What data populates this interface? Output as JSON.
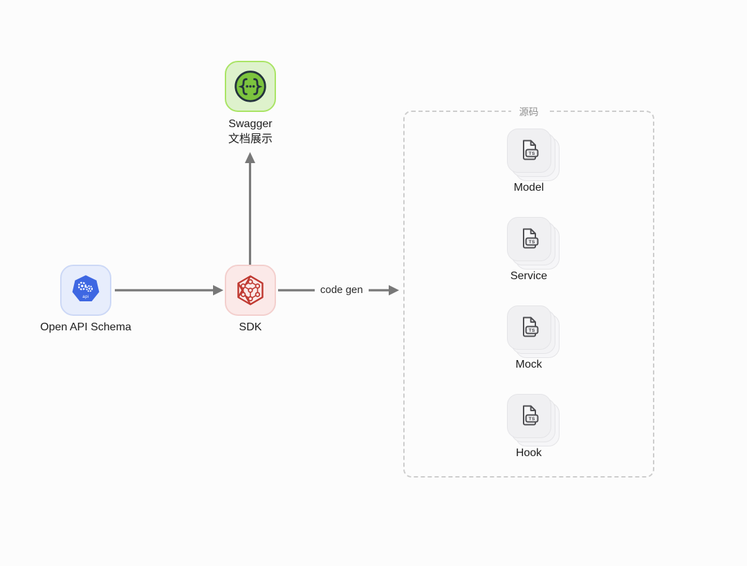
{
  "colors": {
    "background": "#fcfcfc",
    "arrow": "#787878",
    "label_ink": "#1c1c1c",
    "swagger_tile_bg": "#def2cc",
    "swagger_tile_border": "#a9e464",
    "swagger_circle": "#7cc43e",
    "swagger_ink": "#24333e",
    "openapi_tile_bg": "#e7edfc",
    "openapi_tile_border": "#ccd8f6",
    "openapi_heptagon": "#3e67e2",
    "sdk_tile_bg": "#fbe9e8",
    "sdk_tile_border": "#f3cfcd",
    "sdk_ink": "#c03a32",
    "box_border": "#cdcdcd",
    "box_title": "#8f8f8f",
    "file_card_bg": "#f0f0f2",
    "file_ink": "#4e4e52"
  },
  "nodes": {
    "swagger": {
      "label_line1": "Swagger",
      "label_line2": "文档展示"
    },
    "openapi": {
      "label": "Open API Schema",
      "icon_text": "api"
    },
    "sdk": {
      "label": "SDK"
    }
  },
  "edges": {
    "code_gen_label": "code gen"
  },
  "source_box": {
    "title": "源码",
    "items": [
      {
        "label": "Model",
        "badge": "TS"
      },
      {
        "label": "Service",
        "badge": "TS"
      },
      {
        "label": "Mock",
        "badge": "TS"
      },
      {
        "label": "Hook",
        "badge": "TS"
      }
    ]
  }
}
